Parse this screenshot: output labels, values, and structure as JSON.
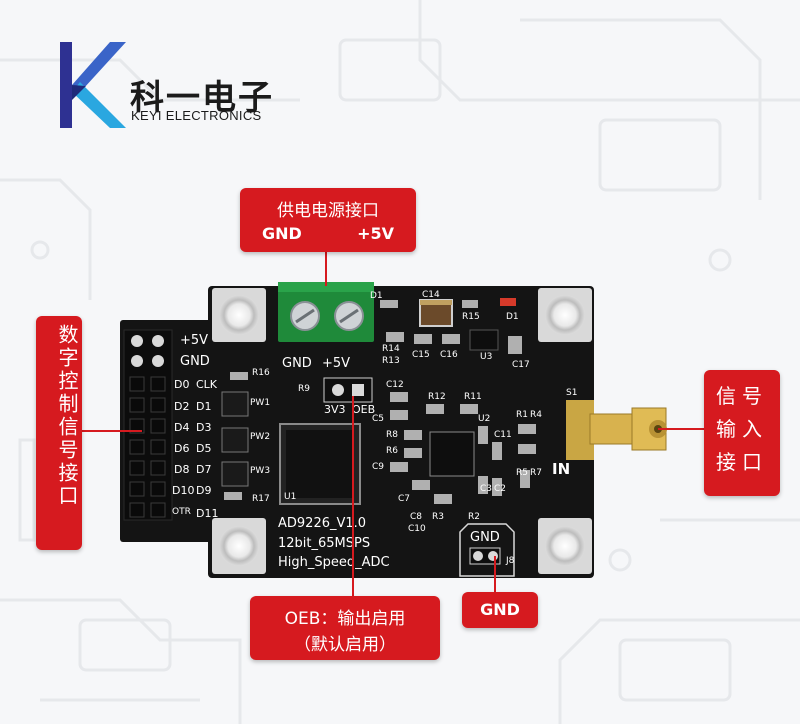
{
  "logo": {
    "brand_cn": "科一电子",
    "brand_en": "KEYI ELECTRONICS"
  },
  "callouts": {
    "power": {
      "title": "供电电源接口",
      "gnd": "GND",
      "v5": "+5V"
    },
    "digital": {
      "text": "数字控制信号接口"
    },
    "signal": {
      "text": "信号输入接口"
    },
    "oeb": {
      "line1": "OEB：输出启用",
      "line2": "（默认启用）"
    },
    "gnd": {
      "text": "GND"
    }
  },
  "board": {
    "header_top": [
      "+5V",
      "GND"
    ],
    "pins_left": [
      "D0",
      "D2",
      "D4",
      "D6",
      "D8",
      "D10",
      "OTR"
    ],
    "pins_right": [
      "CLK",
      "D1",
      "D3",
      "D5",
      "D7",
      "D9",
      "D11"
    ],
    "terminal": [
      "GND",
      "+5V"
    ],
    "jumper": [
      "3V3",
      "OEB"
    ],
    "title1": "AD9226_V1.0",
    "title2": "12bit_65MSPS",
    "title3": "High_Speed_ADC",
    "input_label": "IN",
    "gnd_header": "GND",
    "refdes": {
      "d1": "D1",
      "c14": "C14",
      "r15": "R15",
      "d1b": "D1",
      "r14": "R14",
      "r13": "R13",
      "c15": "C15",
      "c16": "C16",
      "u3": "U3",
      "c17": "C17",
      "r16": "R16",
      "r9": "R9",
      "c12": "C12",
      "c5": "C5",
      "r12": "R12",
      "r11": "R11",
      "pw1": "PW1",
      "pw2": "PW2",
      "pw3": "PW3",
      "r17": "R17",
      "u1": "U1",
      "r8": "R8",
      "r6": "R6",
      "c9": "C9",
      "u2": "U2",
      "c11": "C11",
      "r1": "R1",
      "r4": "R4",
      "s1": "S1",
      "r5": "R5",
      "r7": "R7",
      "c7": "C7",
      "c8": "C8",
      "r3": "R3",
      "c10": "C10",
      "r2": "R2",
      "c3": "C3",
      "c2": "C2",
      "j8": "J8"
    }
  }
}
